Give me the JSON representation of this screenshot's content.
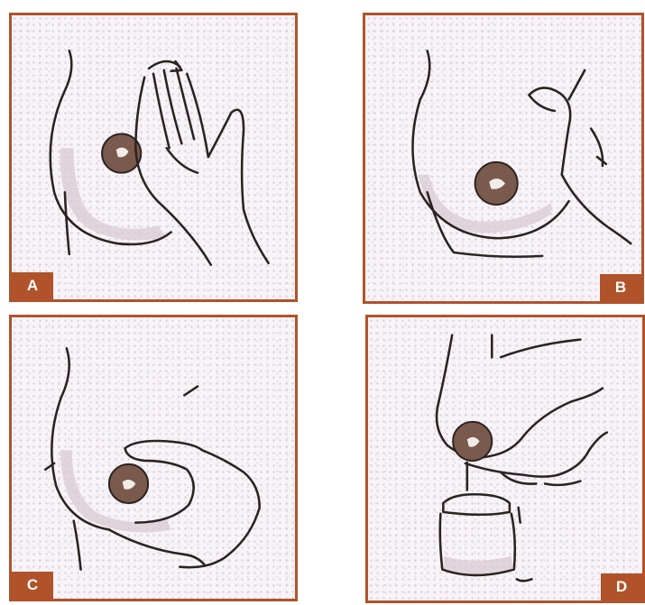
{
  "panels": [
    {
      "id": "A",
      "label": "A",
      "badge_side": "left"
    },
    {
      "id": "B",
      "label": "B",
      "badge_side": "right"
    },
    {
      "id": "C",
      "label": "C",
      "badge_side": "left"
    },
    {
      "id": "D",
      "label": "D",
      "badge_side": "right"
    }
  ],
  "colors": {
    "frame": "#b0532a",
    "ink": "#2b2320",
    "areola": "#7a5a4c",
    "background": "#f7f3f7"
  }
}
